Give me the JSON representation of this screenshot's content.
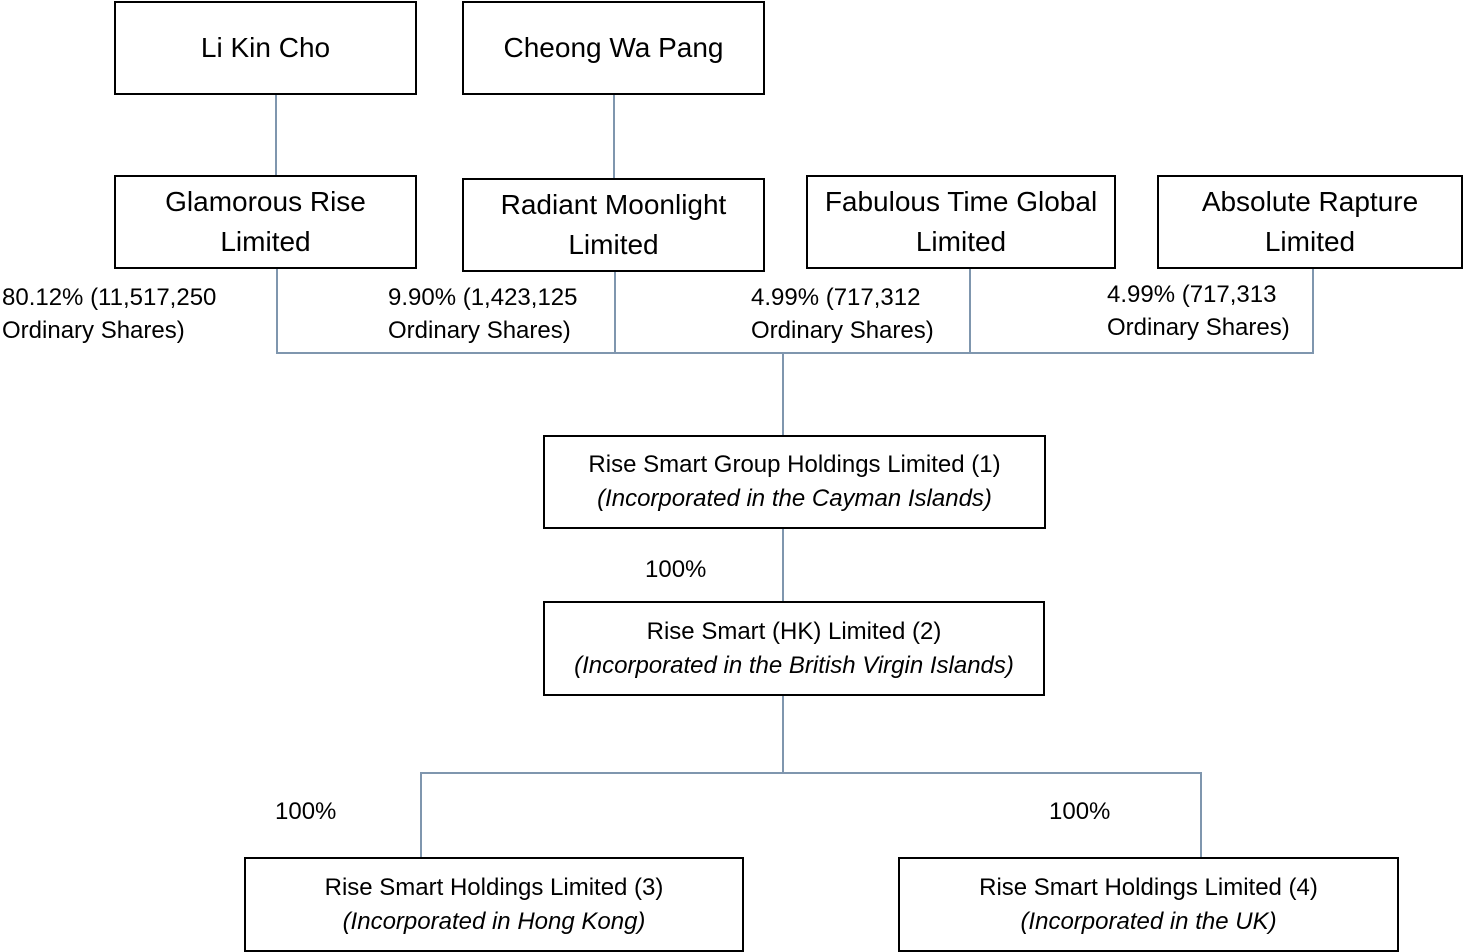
{
  "individuals": [
    {
      "name": "Li Kin Cho"
    },
    {
      "name": "Cheong Wa Pang"
    }
  ],
  "shareholders": [
    {
      "name": "Glamorous Rise Limited",
      "stake_line1": "80.12% (11,517,250",
      "stake_line2": "Ordinary Shares)"
    },
    {
      "name": "Radiant Moonlight Limited",
      "stake_line1": "9.90% (1,423,125",
      "stake_line2": "Ordinary Shares)"
    },
    {
      "name": "Fabulous Time Global Limited",
      "stake_line1": "4.99% (717,312",
      "stake_line2": "Ordinary Shares)"
    },
    {
      "name": "Absolute Rapture Limited",
      "stake_line1": "4.99% (717,313",
      "stake_line2": "Ordinary Shares)"
    }
  ],
  "holding": {
    "name": "Rise Smart Group Holdings Limited (1)",
    "note": "(Incorporated in the Cayman Islands)"
  },
  "holding_to_hk_pct": "100%",
  "hk": {
    "name": "Rise Smart (HK) Limited (2)",
    "note": "(Incorporated in the British Virgin Islands)"
  },
  "subsidiaries": [
    {
      "pct": "100%",
      "name": "Rise Smart Holdings Limited (3)",
      "note": "(Incorporated in Hong Kong)"
    },
    {
      "pct": "100%",
      "name": "Rise Smart Holdings Limited (4)",
      "note": "(Incorporated in the UK)"
    }
  ],
  "colors": {
    "connector": "#7f96ae",
    "box_border": "#000000"
  }
}
